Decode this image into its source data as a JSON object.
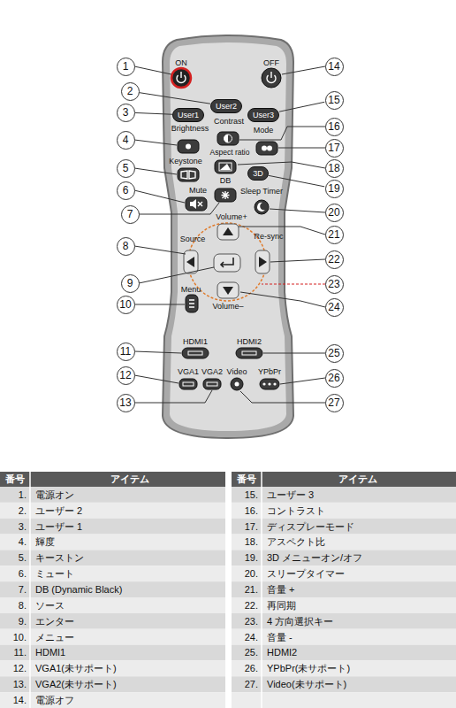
{
  "diagram": {
    "nodes": [
      {
        "text": [
          "1"
        ]
      },
      {
        "text": [
          "2"
        ]
      },
      {
        "text": [
          "3"
        ]
      },
      {
        "text": [
          "4"
        ]
      },
      {
        "text": [
          "5"
        ]
      },
      {
        "text": [
          "6"
        ]
      },
      {
        "text": [
          "7"
        ]
      },
      {
        "text": [
          "8"
        ]
      },
      {
        "text": [
          "9"
        ]
      },
      {
        "text": [
          "10"
        ]
      },
      {
        "text": [
          "11"
        ]
      },
      {
        "text": [
          "12"
        ]
      },
      {
        "text": [
          "13"
        ]
      },
      {
        "text": [
          "14"
        ]
      },
      {
        "text": [
          "15"
        ]
      },
      {
        "text": [
          "16"
        ]
      },
      {
        "text": [
          "17"
        ]
      },
      {
        "text": [
          "18"
        ]
      },
      {
        "text": [
          "19"
        ]
      },
      {
        "text": [
          "20"
        ]
      },
      {
        "text": [
          "21"
        ]
      },
      {
        "text": [
          "22"
        ]
      },
      {
        "text": [
          "23"
        ]
      },
      {
        "text": [
          "24"
        ]
      },
      {
        "text": [
          "25"
        ]
      },
      {
        "text": [
          "26"
        ]
      },
      {
        "text": [
          "27"
        ]
      },
      {
        "text": [
          "User1"
        ]
      },
      {
        "text": [
          "User2"
        ]
      },
      {
        "text": [
          "User3"
        ]
      },
      {
        "text": [
          "3D"
        ]
      }
    ],
    "edges": [
      {
        "from": 2,
        "to": 27,
        "arrow": "none"
      },
      {
        "from": 1,
        "to": 28,
        "arrow": "none"
      },
      {
        "from": 14,
        "to": 29,
        "arrow": "none"
      },
      {
        "from": 18,
        "to": 30,
        "arrow": "none"
      }
    ],
    "labels": [
      "ON",
      "OFF",
      "Brightness",
      "Contrast",
      "Mode",
      "Aspect ratio",
      "Keystone",
      "DB",
      "Mute",
      "Sleep Timer",
      "Volume+",
      "Source",
      "Re-sync",
      "Menu",
      "Volume–",
      "HDMI1",
      "HDMI2",
      "VGA1",
      "VGA2",
      "Video",
      "YPbPr",
      "番号",
      "アイテム",
      "番号",
      "アイテム",
      "1.",
      "電源オン",
      "2.",
      "ユーザー 2",
      "3.",
      "ユーザー 1",
      "4.",
      "輝度",
      "5.",
      "キーストン",
      "6.",
      "ミュート",
      "7.",
      "DB (Dynamic Black)",
      "8.",
      "ソース",
      "9.",
      "エンター",
      "10.",
      "メニュー",
      "11.",
      "HDMI1",
      "12.",
      "VGA1(未サポート)",
      "13.",
      "VGA2(未サポート)",
      "14.",
      "電源オフ",
      "15.",
      "ユーザー 3",
      "16.",
      "コントラスト",
      "17.",
      "ディスプレーモード",
      "18.",
      "アスペクト比",
      "19.",
      "3D メニューオン/オフ",
      "20.",
      "スリープタイマー",
      "21.",
      "音量 +",
      "22.",
      "再同期",
      "23.",
      "4 方向選択キー",
      "24.",
      "音量 -",
      "25.",
      "HDMI2",
      "26.",
      "YPbPr(未サポート)",
      "27.",
      "Video(未サポート)"
    ]
  }
}
